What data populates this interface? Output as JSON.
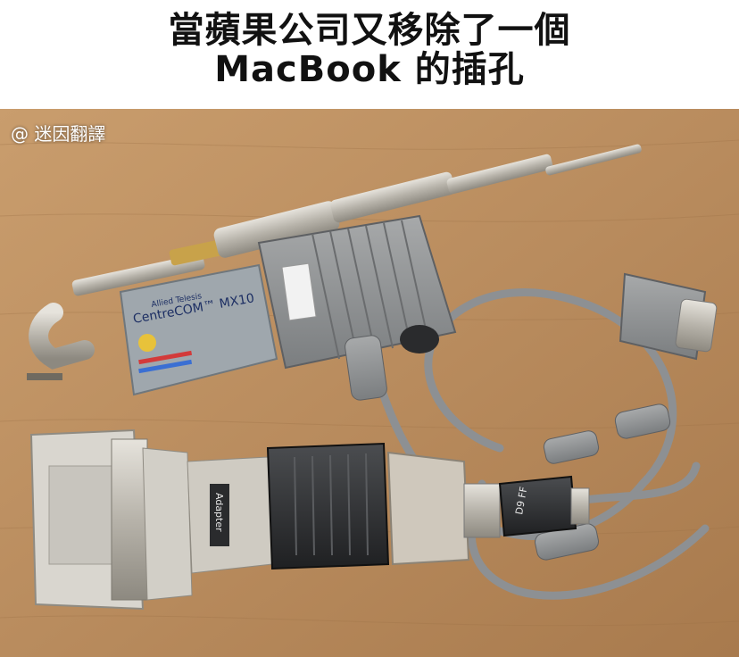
{
  "meme": {
    "title_line1": "當蘋果公司又移除了一個",
    "title_line2": "MacBook 的插孔",
    "watermark": "@ 迷因翻譯"
  },
  "labels": {
    "transceiver_brand": "Allied Telesis",
    "transceiver_model": "CentreCOM™ MX10",
    "adapter_label": "Adapter",
    "db9_label": "D9 FF"
  },
  "colors": {
    "wood": "#b98c5e",
    "cable_gray": "#8a8d90",
    "connector_metal": "#bfbcb2"
  }
}
